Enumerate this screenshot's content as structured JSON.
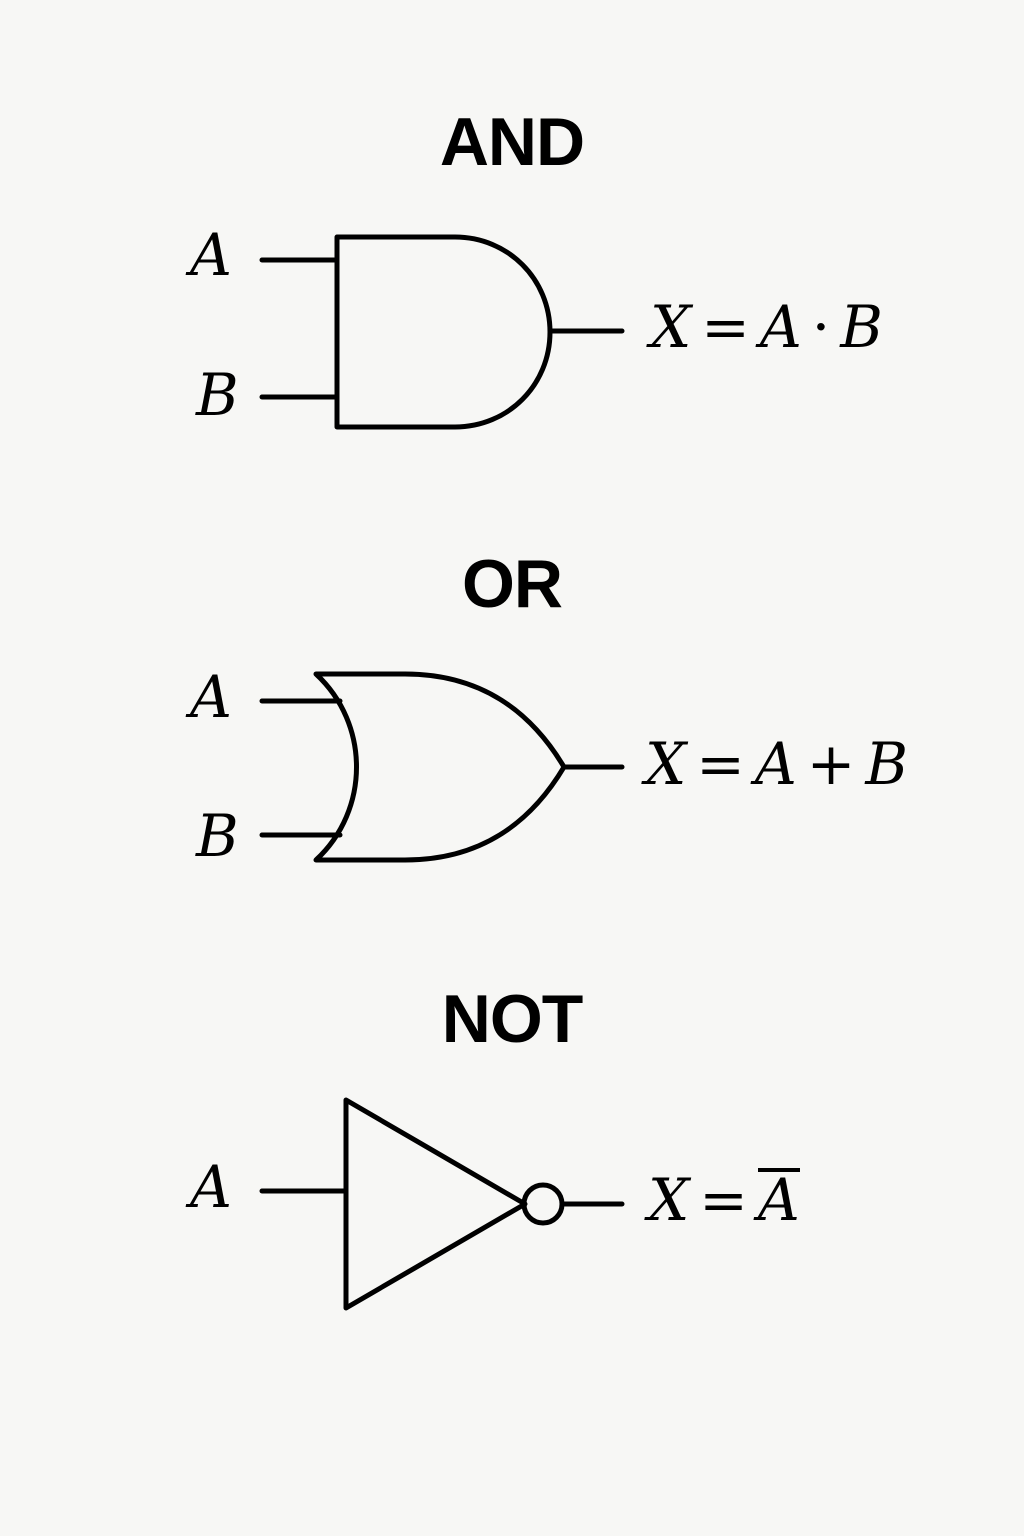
{
  "gates": [
    {
      "name": "AND",
      "inputs": [
        "A",
        "B"
      ],
      "output": "X",
      "operator": "·",
      "expression_rhs": [
        "A",
        "B"
      ]
    },
    {
      "name": "OR",
      "inputs": [
        "A",
        "B"
      ],
      "output": "X",
      "operator": "+",
      "expression_rhs": [
        "A",
        "B"
      ]
    },
    {
      "name": "NOT",
      "inputs": [
        "A"
      ],
      "output": "X",
      "operator": "=",
      "expression_rhs": [
        "A"
      ],
      "negated": true
    }
  ],
  "colors": {
    "background": "#f7f7f5",
    "ink": "#000000"
  }
}
